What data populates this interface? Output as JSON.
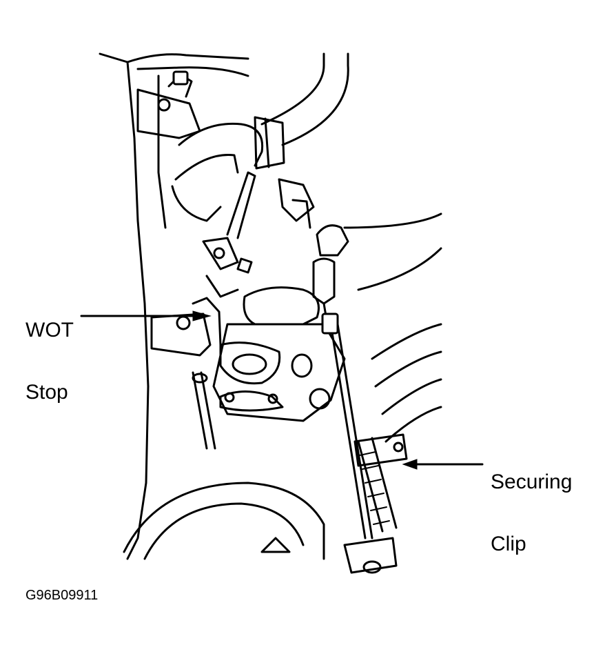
{
  "callouts": {
    "wot_stop": {
      "line1": "WOT",
      "line2": "Stop"
    },
    "securing_clip": {
      "line1": "Securing",
      "line2": "Clip"
    }
  },
  "figure_id": "G96B09911"
}
